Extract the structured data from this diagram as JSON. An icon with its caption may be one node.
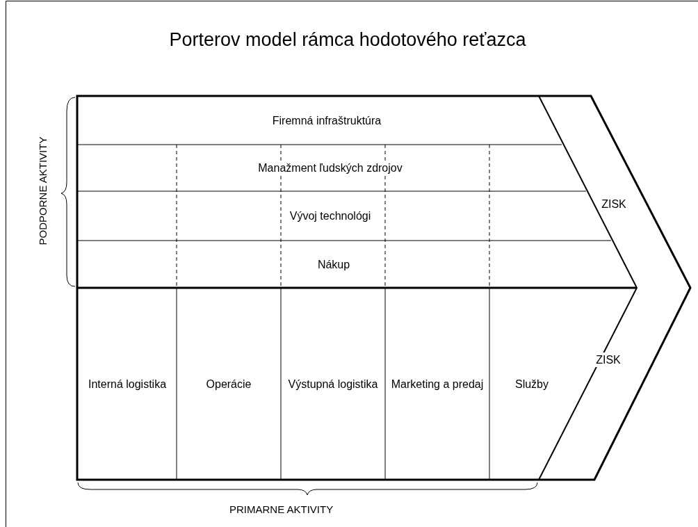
{
  "diagram": {
    "title": "Porterov model rámca hodotového reťazca",
    "nodes": [
      {
        "text": [
          "Firemná infraštruktúra"
        ]
      },
      {
        "text": [
          "Manažment ľudských zdrojov"
        ]
      },
      {
        "text": [
          "Vývoj technológi"
        ]
      },
      {
        "text": [
          "Nákup"
        ]
      },
      {
        "text": [
          "Interná logistika"
        ]
      },
      {
        "text": [
          "Operácie"
        ]
      },
      {
        "text": [
          "Výstupná logistika"
        ]
      },
      {
        "text": [
          "Marketing a predaj"
        ]
      },
      {
        "text": [
          "Služby"
        ]
      },
      {
        "text": [
          "ZISK"
        ]
      },
      {
        "text": [
          "ZISK"
        ]
      }
    ],
    "edges": [],
    "labels": [
      "PODPORNE AKTIVITY",
      "PRIMARNE AKTIVITY"
    ]
  }
}
